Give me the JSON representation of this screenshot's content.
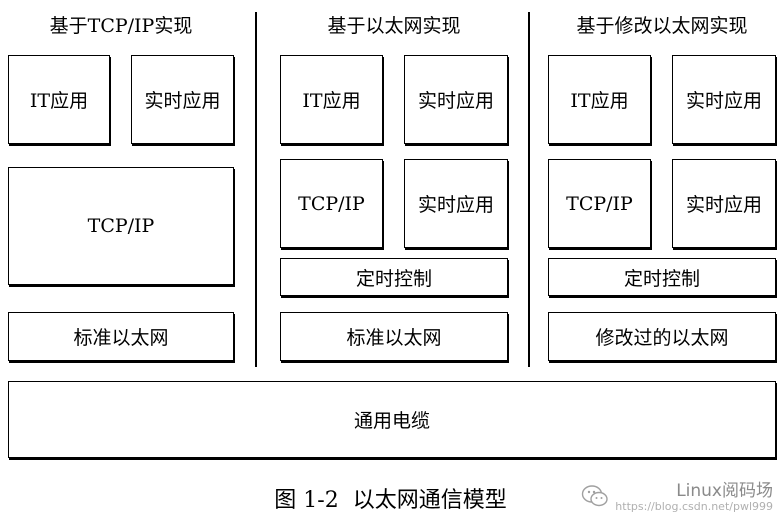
{
  "columns": [
    {
      "title": "基于TCP/IP实现",
      "it_app": "IT应用",
      "rt_app": "实时应用",
      "tcpip": "TCP/IP",
      "ethernet": "标准以太网"
    },
    {
      "title": "基于以太网实现",
      "it_app": "IT应用",
      "rt_app_top": "实时应用",
      "tcpip": "TCP/IP",
      "rt_app_mid": "实时应用",
      "timing": "定时控制",
      "ethernet": "标准以太网"
    },
    {
      "title": "基于修改以太网实现",
      "it_app": "IT应用",
      "rt_app_top": "实时应用",
      "tcpip": "TCP/IP",
      "rt_app_mid": "实时应用",
      "timing": "定时控制",
      "ethernet": "修改过的以太网"
    }
  ],
  "cable": "通用电缆",
  "caption": "图 1-2  以太网通信模型",
  "watermark": {
    "brand": "Linux阅码场",
    "url": "https://blog.csdn.net/pwl999",
    "icon": "wechat-icon"
  }
}
